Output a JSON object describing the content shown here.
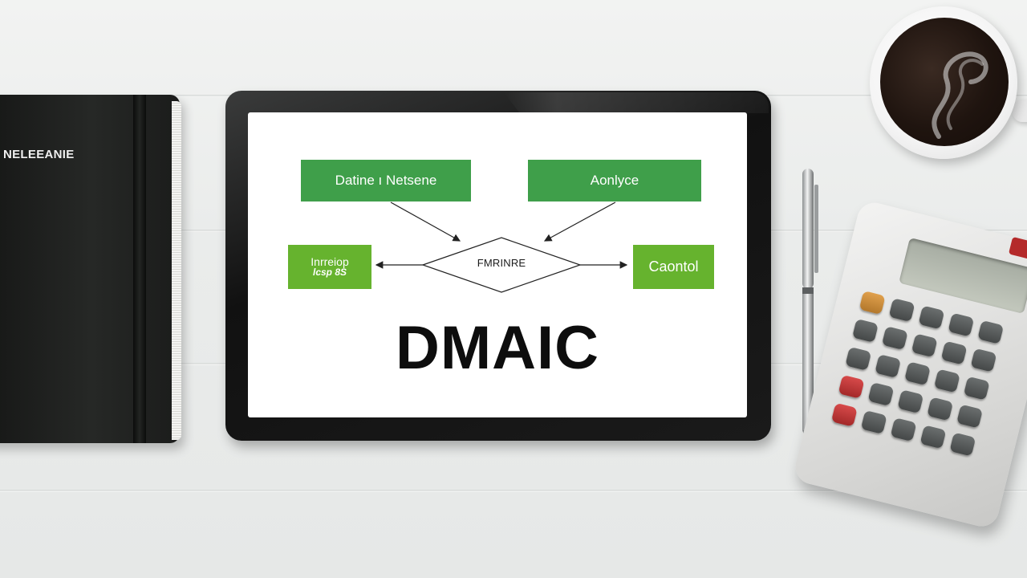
{
  "notebook": {
    "title": "NELEEANIE"
  },
  "tablet": {
    "diagram": {
      "define_label": "Datine ı Netsene",
      "analyze_label": "Aonlyce",
      "improve_label": "Inrreiop",
      "improve_sublabel": "lcsp 8S",
      "control_label": "Caontol",
      "center_label": "FMRINRE",
      "title": "DMAIC"
    }
  },
  "colors": {
    "box_green": "#3f9f4a",
    "box_lime": "#66b32e",
    "bezel": "#111111",
    "screen": "#ffffff"
  }
}
